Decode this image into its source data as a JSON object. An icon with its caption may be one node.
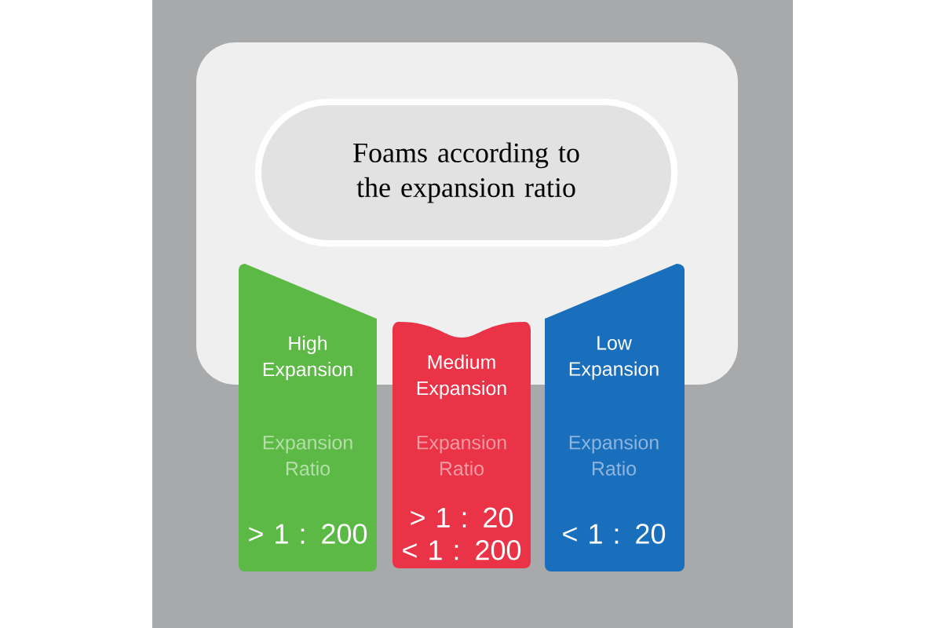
{
  "diagram": {
    "nodes": [
      {
        "text": [
          "Foams according to the expansion ratio"
        ]
      },
      {
        "text": [
          "High Expansion",
          "Expansion Ratio",
          "> 1 : 200"
        ]
      },
      {
        "text": [
          "Medium Expansion",
          "Expansion Ratio",
          "> 1 : 20 < 1 : 200"
        ]
      },
      {
        "text": [
          "Low Expansion",
          "Expansion Ratio",
          "< 1 : 20"
        ]
      }
    ]
  }
}
